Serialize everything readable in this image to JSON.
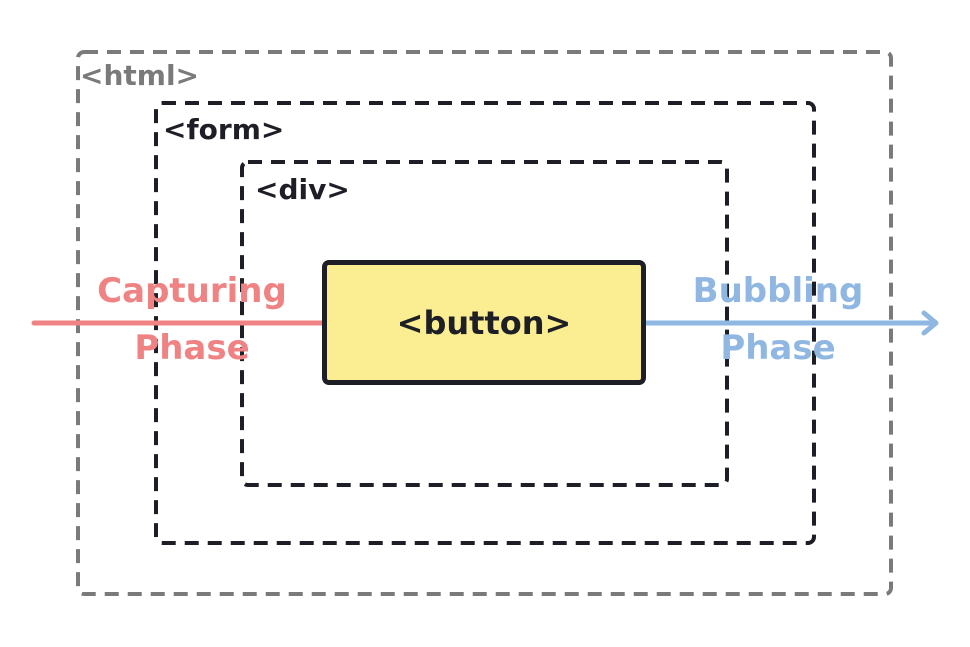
{
  "colors": {
    "html_border": "#7a7a7a",
    "inner_border": "#1e1f26",
    "button_fill": "#fbee92",
    "button_border": "#1e1f26",
    "capturing": "#ef8384",
    "bubbling": "#8fb7e1",
    "background": "#ffffff"
  },
  "boxes": {
    "html": {
      "label": "<html>"
    },
    "form": {
      "label": "<form>"
    },
    "div": {
      "label": "<div>"
    },
    "button": {
      "label": "<button>"
    }
  },
  "phases": {
    "capturing": {
      "line1": "Capturing",
      "line2": "Phase"
    },
    "bubbling": {
      "line1": "Bubbling",
      "line2": "Phase"
    }
  }
}
